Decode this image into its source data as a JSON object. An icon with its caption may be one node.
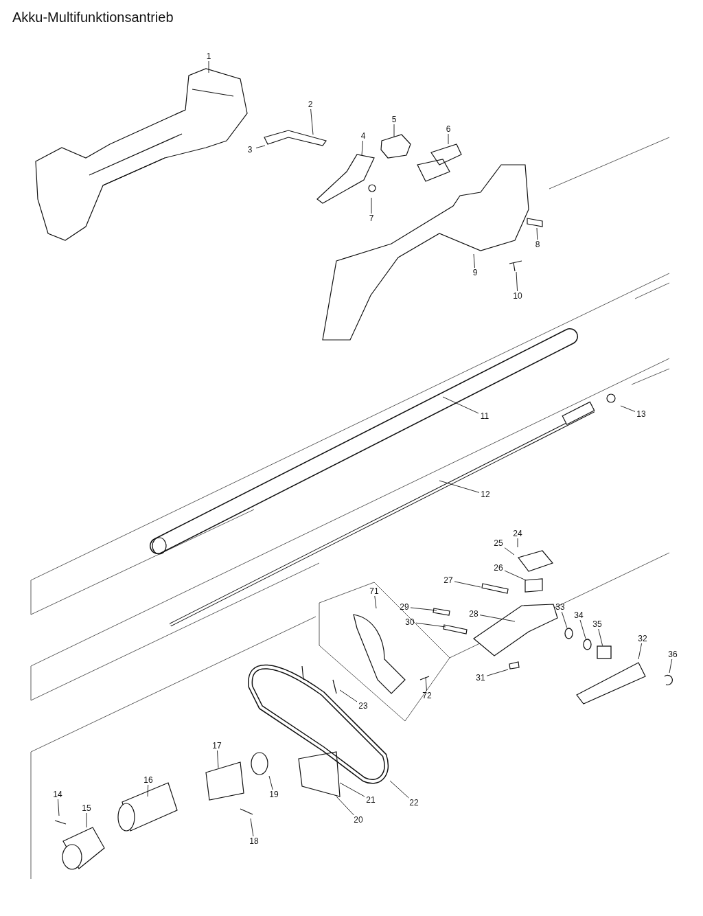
{
  "diagram": {
    "title": "Akku-Multifunktionsantrieb",
    "nodes": [
      {
        "text": [
          "1"
        ]
      },
      {
        "text": [
          "2"
        ]
      },
      {
        "text": [
          "3"
        ]
      },
      {
        "text": [
          "4"
        ]
      },
      {
        "text": [
          "5"
        ]
      },
      {
        "text": [
          "6"
        ]
      },
      {
        "text": [
          "7"
        ]
      },
      {
        "text": [
          "8"
        ]
      },
      {
        "text": [
          "9"
        ]
      },
      {
        "text": [
          "10"
        ]
      },
      {
        "text": [
          "11"
        ]
      },
      {
        "text": [
          "12"
        ]
      },
      {
        "text": [
          "13"
        ]
      },
      {
        "text": [
          "24"
        ]
      },
      {
        "text": [
          "25"
        ]
      },
      {
        "text": [
          "26"
        ]
      },
      {
        "text": [
          "27"
        ]
      },
      {
        "text": [
          "71"
        ]
      },
      {
        "text": [
          "29"
        ]
      },
      {
        "text": [
          "28"
        ]
      },
      {
        "text": [
          "33"
        ]
      },
      {
        "text": [
          "30"
        ]
      },
      {
        "text": [
          "34"
        ]
      },
      {
        "text": [
          "35"
        ]
      },
      {
        "text": [
          "32"
        ]
      },
      {
        "text": [
          "36"
        ]
      },
      {
        "text": [
          "31"
        ]
      },
      {
        "text": [
          "72"
        ]
      },
      {
        "text": [
          "23"
        ]
      },
      {
        "text": [
          "17"
        ]
      },
      {
        "text": [
          "16"
        ]
      },
      {
        "text": [
          "14"
        ]
      },
      {
        "text": [
          "19"
        ]
      },
      {
        "text": [
          "21"
        ]
      },
      {
        "text": [
          "22"
        ]
      },
      {
        "text": [
          "15"
        ]
      },
      {
        "text": [
          "20"
        ]
      },
      {
        "text": [
          "18"
        ]
      },
      {
        "text": [],
        "shape": "circle"
      },
      {
        "text": [],
        "shape": "circle"
      },
      {
        "text": [],
        "shape": "box"
      }
    ],
    "edges": [
      {
        "from": 0,
        "to": null,
        "arrow": "none"
      },
      {
        "from": 1,
        "to": null,
        "arrow": "none"
      },
      {
        "from": 2,
        "to": null,
        "arrow": "none"
      },
      {
        "from": 3,
        "to": null,
        "arrow": "none"
      },
      {
        "from": 4,
        "to": null,
        "arrow": "none"
      },
      {
        "from": 5,
        "to": null,
        "arrow": "none"
      },
      {
        "from": 6,
        "to": null,
        "arrow": "none"
      },
      {
        "from": 7,
        "to": null,
        "arrow": "none"
      },
      {
        "from": 8,
        "to": null,
        "arrow": "none"
      },
      {
        "from": 9,
        "to": null,
        "arrow": "none"
      },
      {
        "from": 10,
        "to": null,
        "arrow": "none"
      },
      {
        "from": 11,
        "to": null,
        "arrow": "none"
      },
      {
        "from": 12,
        "to": null,
        "arrow": "none"
      },
      {
        "from": 13,
        "to": null,
        "arrow": "none"
      },
      {
        "from": 14,
        "to": null,
        "arrow": "none"
      },
      {
        "from": 15,
        "to": null,
        "arrow": "none"
      },
      {
        "from": 16,
        "to": null,
        "arrow": "none"
      },
      {
        "from": 17,
        "to": null,
        "arrow": "none"
      },
      {
        "from": 18,
        "to": null,
        "arrow": "none"
      },
      {
        "from": 19,
        "to": null,
        "arrow": "none"
      },
      {
        "from": 20,
        "to": 38,
        "arrow": "none"
      },
      {
        "from": 21,
        "to": null,
        "arrow": "none"
      },
      {
        "from": 22,
        "to": 39,
        "arrow": "none"
      },
      {
        "from": 23,
        "to": 40,
        "arrow": "none"
      },
      {
        "from": 24,
        "to": null,
        "arrow": "none"
      },
      {
        "from": 25,
        "to": null,
        "arrow": "none"
      },
      {
        "from": 26,
        "to": null,
        "arrow": "none"
      },
      {
        "from": 27,
        "to": null,
        "arrow": "none"
      },
      {
        "from": 28,
        "to": null,
        "arrow": "none"
      },
      {
        "from": 29,
        "to": null,
        "arrow": "none"
      },
      {
        "from": 30,
        "to": null,
        "arrow": "none"
      },
      {
        "from": 31,
        "to": null,
        "arrow": "none"
      },
      {
        "from": 32,
        "to": null,
        "arrow": "none"
      },
      {
        "from": 33,
        "to": null,
        "arrow": "none"
      },
      {
        "from": 34,
        "to": null,
        "arrow": "none"
      },
      {
        "from": 35,
        "to": null,
        "arrow": "none"
      },
      {
        "from": 36,
        "to": null,
        "arrow": "none"
      },
      {
        "from": 37,
        "to": null,
        "arrow": "none"
      }
    ]
  }
}
